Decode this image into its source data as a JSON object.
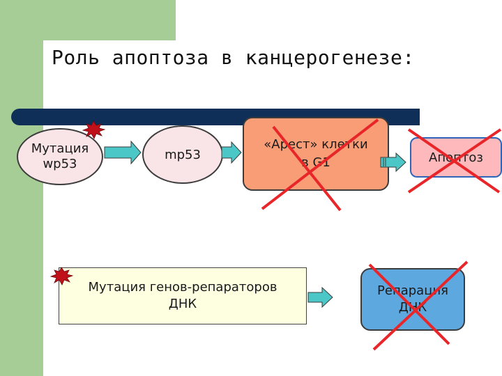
{
  "title": "Роль апоптоза в канцерогенезе:",
  "nodes": {
    "mutation_wp53": {
      "line1": "Мутация",
      "line2": "wp53"
    },
    "mp53": {
      "label": "mp53"
    },
    "arrest": {
      "line1": "«Арест» клетки",
      "line2": "в G1",
      "crossed": true
    },
    "apoptosis": {
      "label": "Апоптоз",
      "crossed": true
    },
    "repair_gene_mutation": {
      "line1": "Мутация генов-репараторов",
      "line2": "ДНК"
    },
    "dna_repair": {
      "line1": "Репарация",
      "line2": "ДНК",
      "crossed": true
    }
  },
  "colors": {
    "background_green": "#a7cd96",
    "bar": "#0f2f58",
    "arrow": "#4cc7c7",
    "cross": "#e8262a",
    "burst": "#c0101a"
  }
}
